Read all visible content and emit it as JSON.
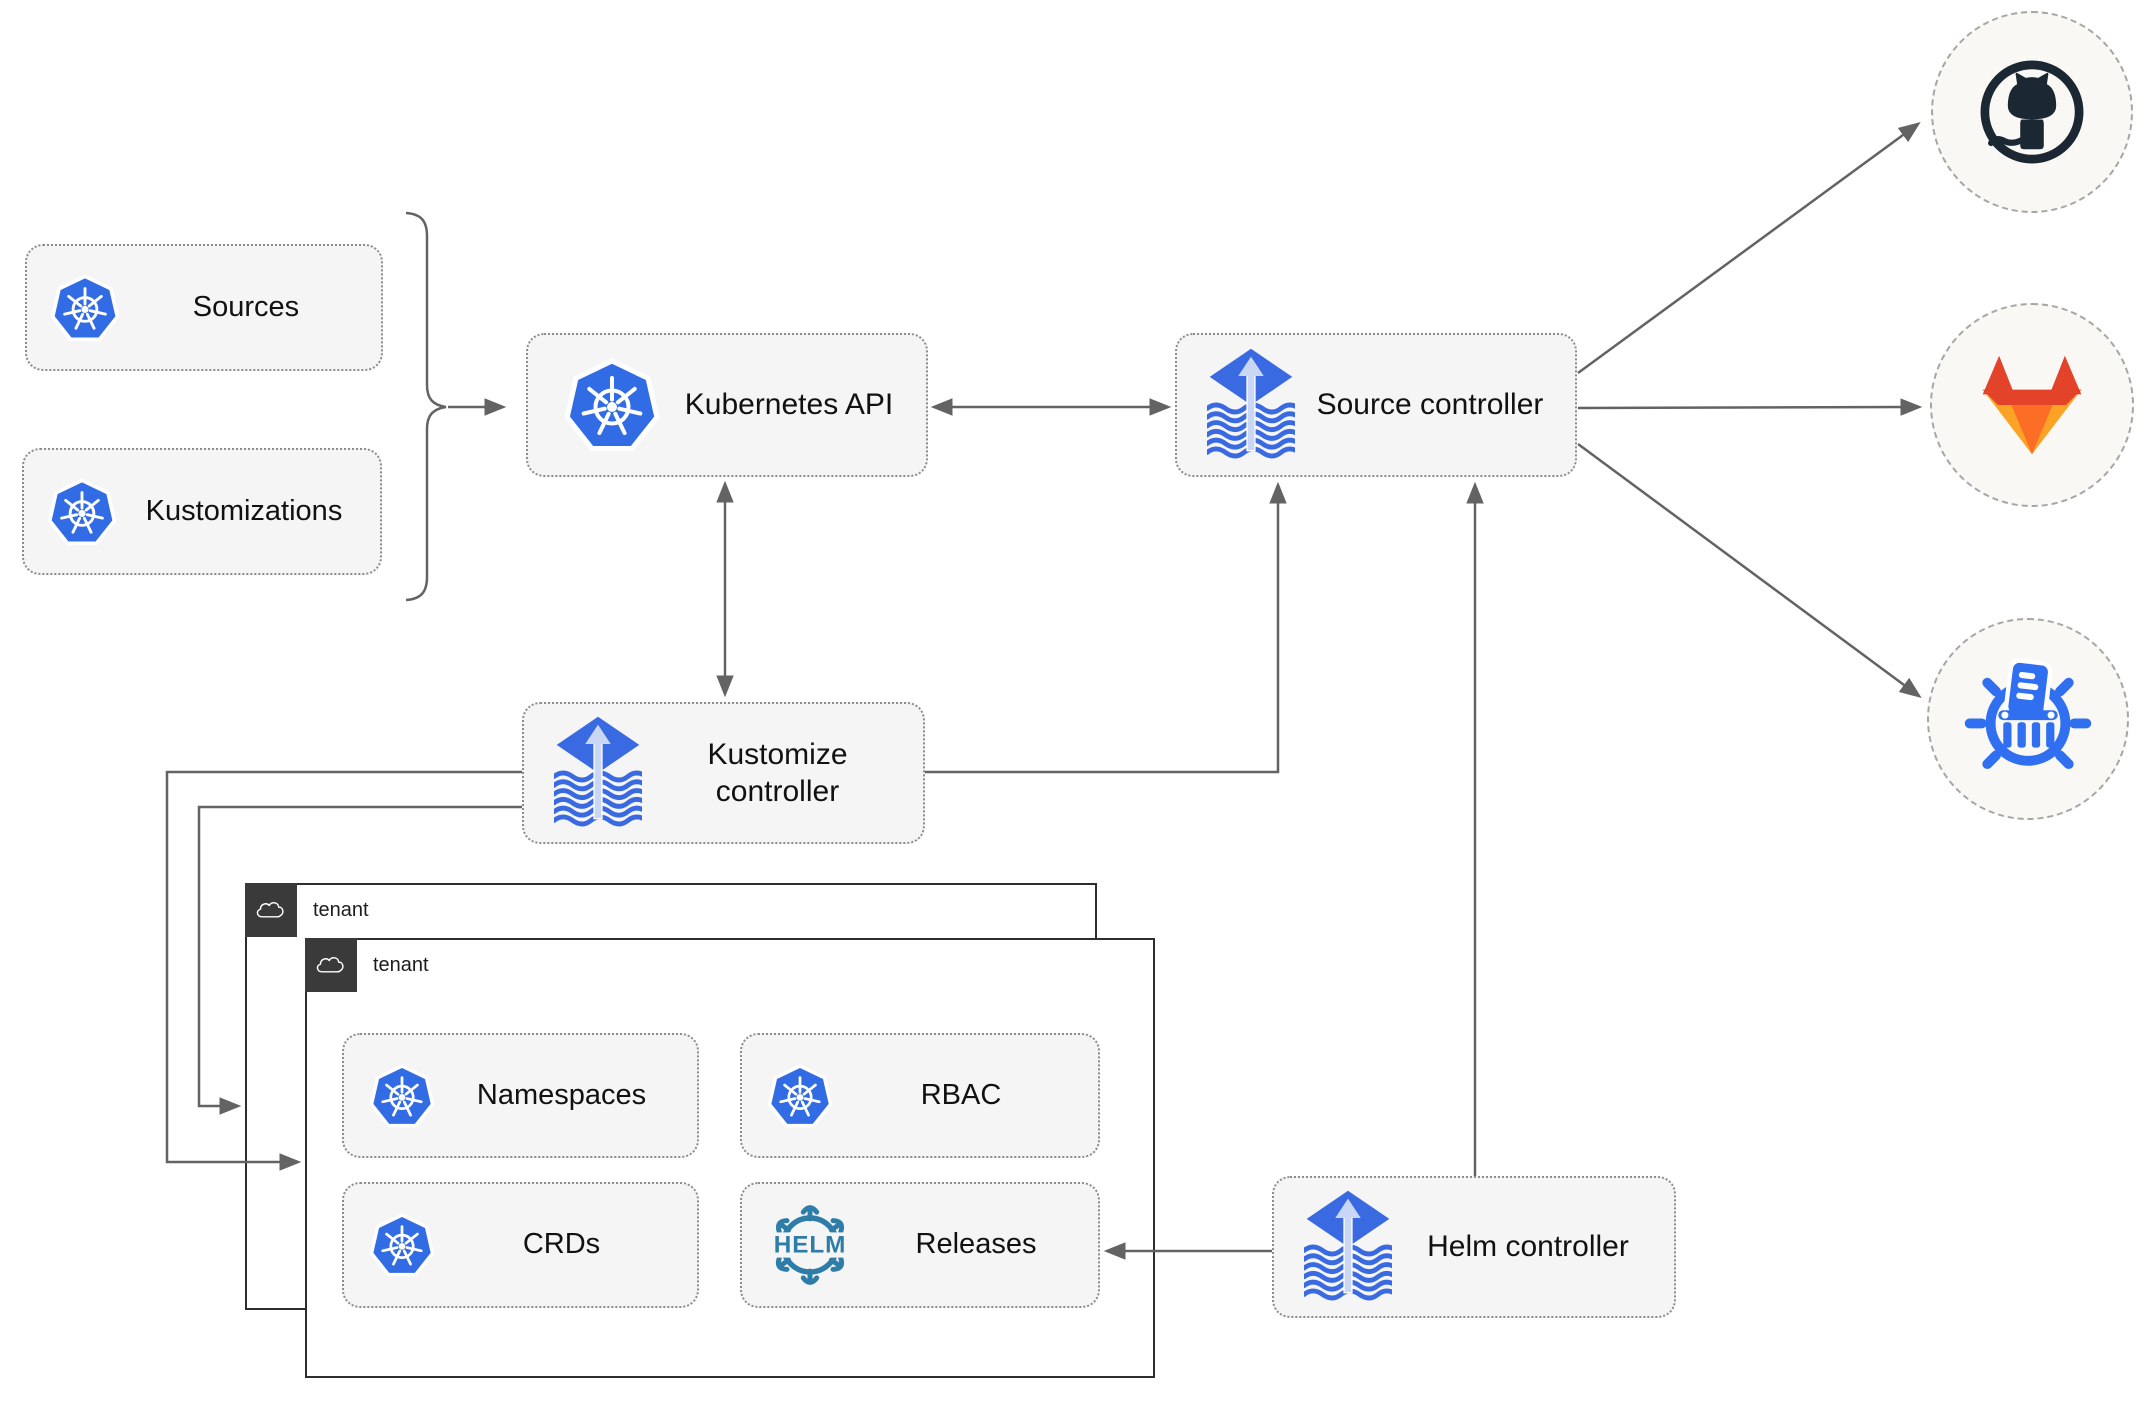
{
  "theme": {
    "canvas_bg": "#ffffff",
    "node_fill": "#f5f5f5",
    "node_border": "#8c8c8c",
    "arrow_color": "#636363",
    "tenant_border": "#2d2d2d",
    "tenant_tab_fill": "#3a3a3a",
    "kubernetes_blue": "#326ce5",
    "flux_blue": "#3a6ae2",
    "flux_arrow_light": "#c9d7f5",
    "github_dark": "#1b2733",
    "gitlab_red": "#e24329",
    "gitlab_orange": "#fc6d26",
    "gitlab_amber": "#fca326",
    "chartmuseum_blue": "#2f6ff0",
    "helm_teal": "#2e7ca8",
    "endpoint_fill": "#f9f8f4",
    "endpoint_border": "#a6a6a6",
    "text_color": "#111111"
  },
  "nodes": {
    "sources": {
      "label": "Sources",
      "icon": "kubernetes"
    },
    "kustomizations": {
      "label": "Kustomizations",
      "icon": "kubernetes"
    },
    "kubernetes_api": {
      "label": "Kubernetes API",
      "icon": "kubernetes"
    },
    "source_controller": {
      "label": "Source controller",
      "icon": "flux"
    },
    "kustomize_controller": {
      "label": "Kustomize controller",
      "icon": "flux"
    },
    "helm_controller": {
      "label": "Helm controller",
      "icon": "flux"
    },
    "namespaces": {
      "label": "Namespaces",
      "icon": "kubernetes"
    },
    "rbac": {
      "label": "RBAC",
      "icon": "kubernetes"
    },
    "crds": {
      "label": "CRDs",
      "icon": "kubernetes"
    },
    "releases": {
      "label": "Releases",
      "icon": "helm-wheel",
      "icon_text": "HELM"
    }
  },
  "groups": {
    "tenant_outer": {
      "label": "tenant",
      "icon": "cloud"
    },
    "tenant_inner": {
      "label": "tenant",
      "icon": "cloud"
    }
  },
  "endpoints": [
    {
      "id": "github",
      "icon": "github-logo"
    },
    {
      "id": "gitlab",
      "icon": "gitlab-logo"
    },
    {
      "id": "chartmuseum",
      "icon": "chartmuseum-logo"
    }
  ],
  "edges": [
    {
      "from": "sources-and-kustomizations",
      "to": "kubernetes_api",
      "style": "arrow"
    },
    {
      "from": "kubernetes_api",
      "to": "source_controller",
      "style": "double-arrow"
    },
    {
      "from": "kubernetes_api",
      "to": "kustomize_controller",
      "style": "double-arrow"
    },
    {
      "from": "kustomize_controller",
      "to": "source_controller",
      "style": "arrow"
    },
    {
      "from": "helm_controller",
      "to": "source_controller",
      "style": "arrow"
    },
    {
      "from": "source_controller",
      "to": "github",
      "style": "arrow"
    },
    {
      "from": "source_controller",
      "to": "gitlab",
      "style": "arrow"
    },
    {
      "from": "source_controller",
      "to": "chartmuseum",
      "style": "arrow"
    },
    {
      "from": "kustomize_controller",
      "to": "tenant_inner",
      "style": "arrow"
    },
    {
      "from": "kustomize_controller",
      "to": "tenant_outer",
      "style": "arrow"
    },
    {
      "from": "helm_controller",
      "to": "releases",
      "style": "arrow"
    }
  ]
}
